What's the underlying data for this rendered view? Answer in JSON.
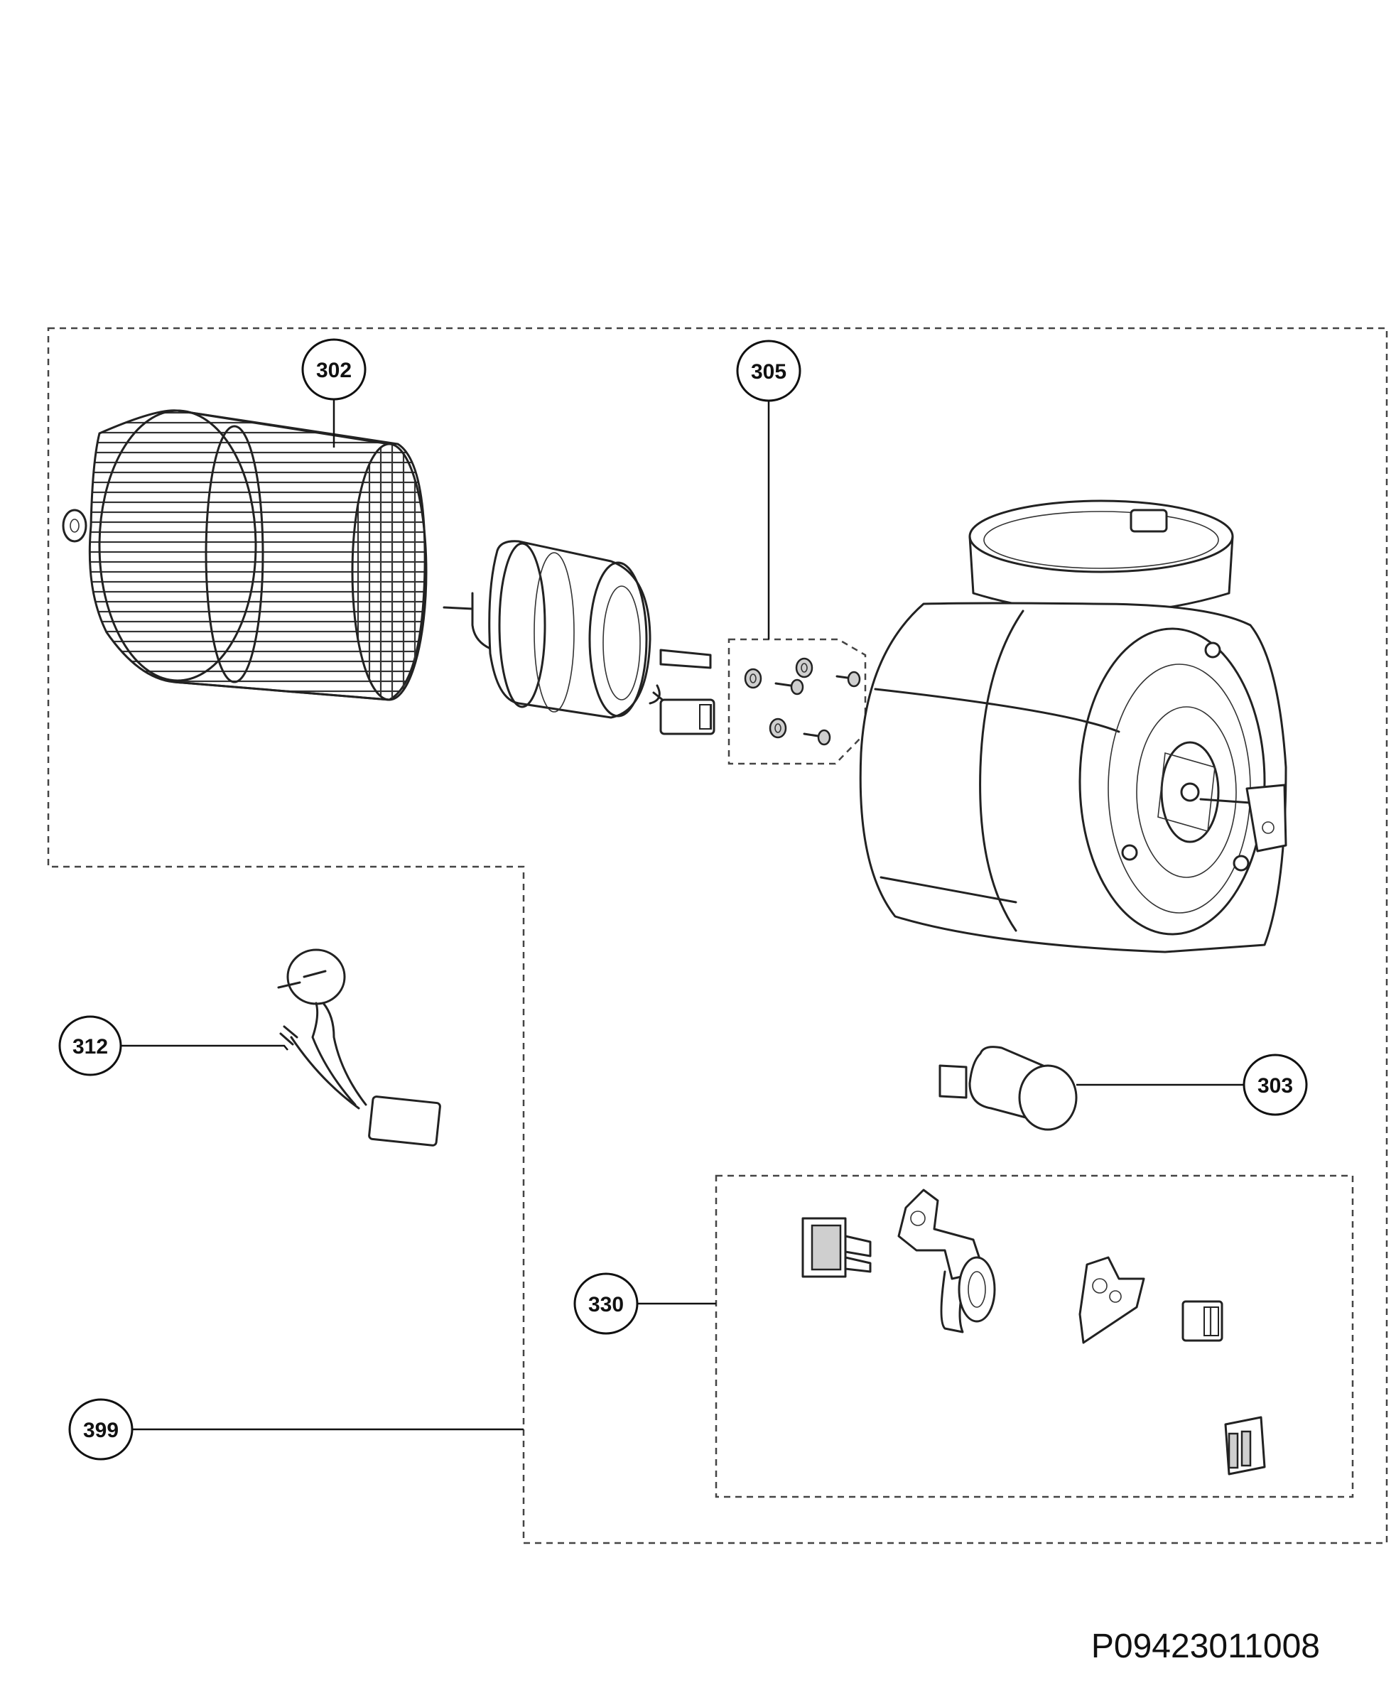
{
  "diagram_code": "P09423011008",
  "callouts": [
    {
      "id": "c302",
      "label": "302"
    },
    {
      "id": "c305",
      "label": "305"
    },
    {
      "id": "c312",
      "label": "312"
    },
    {
      "id": "c303",
      "label": "303"
    },
    {
      "id": "c330",
      "label": "330"
    },
    {
      "id": "c399",
      "label": "399"
    }
  ]
}
